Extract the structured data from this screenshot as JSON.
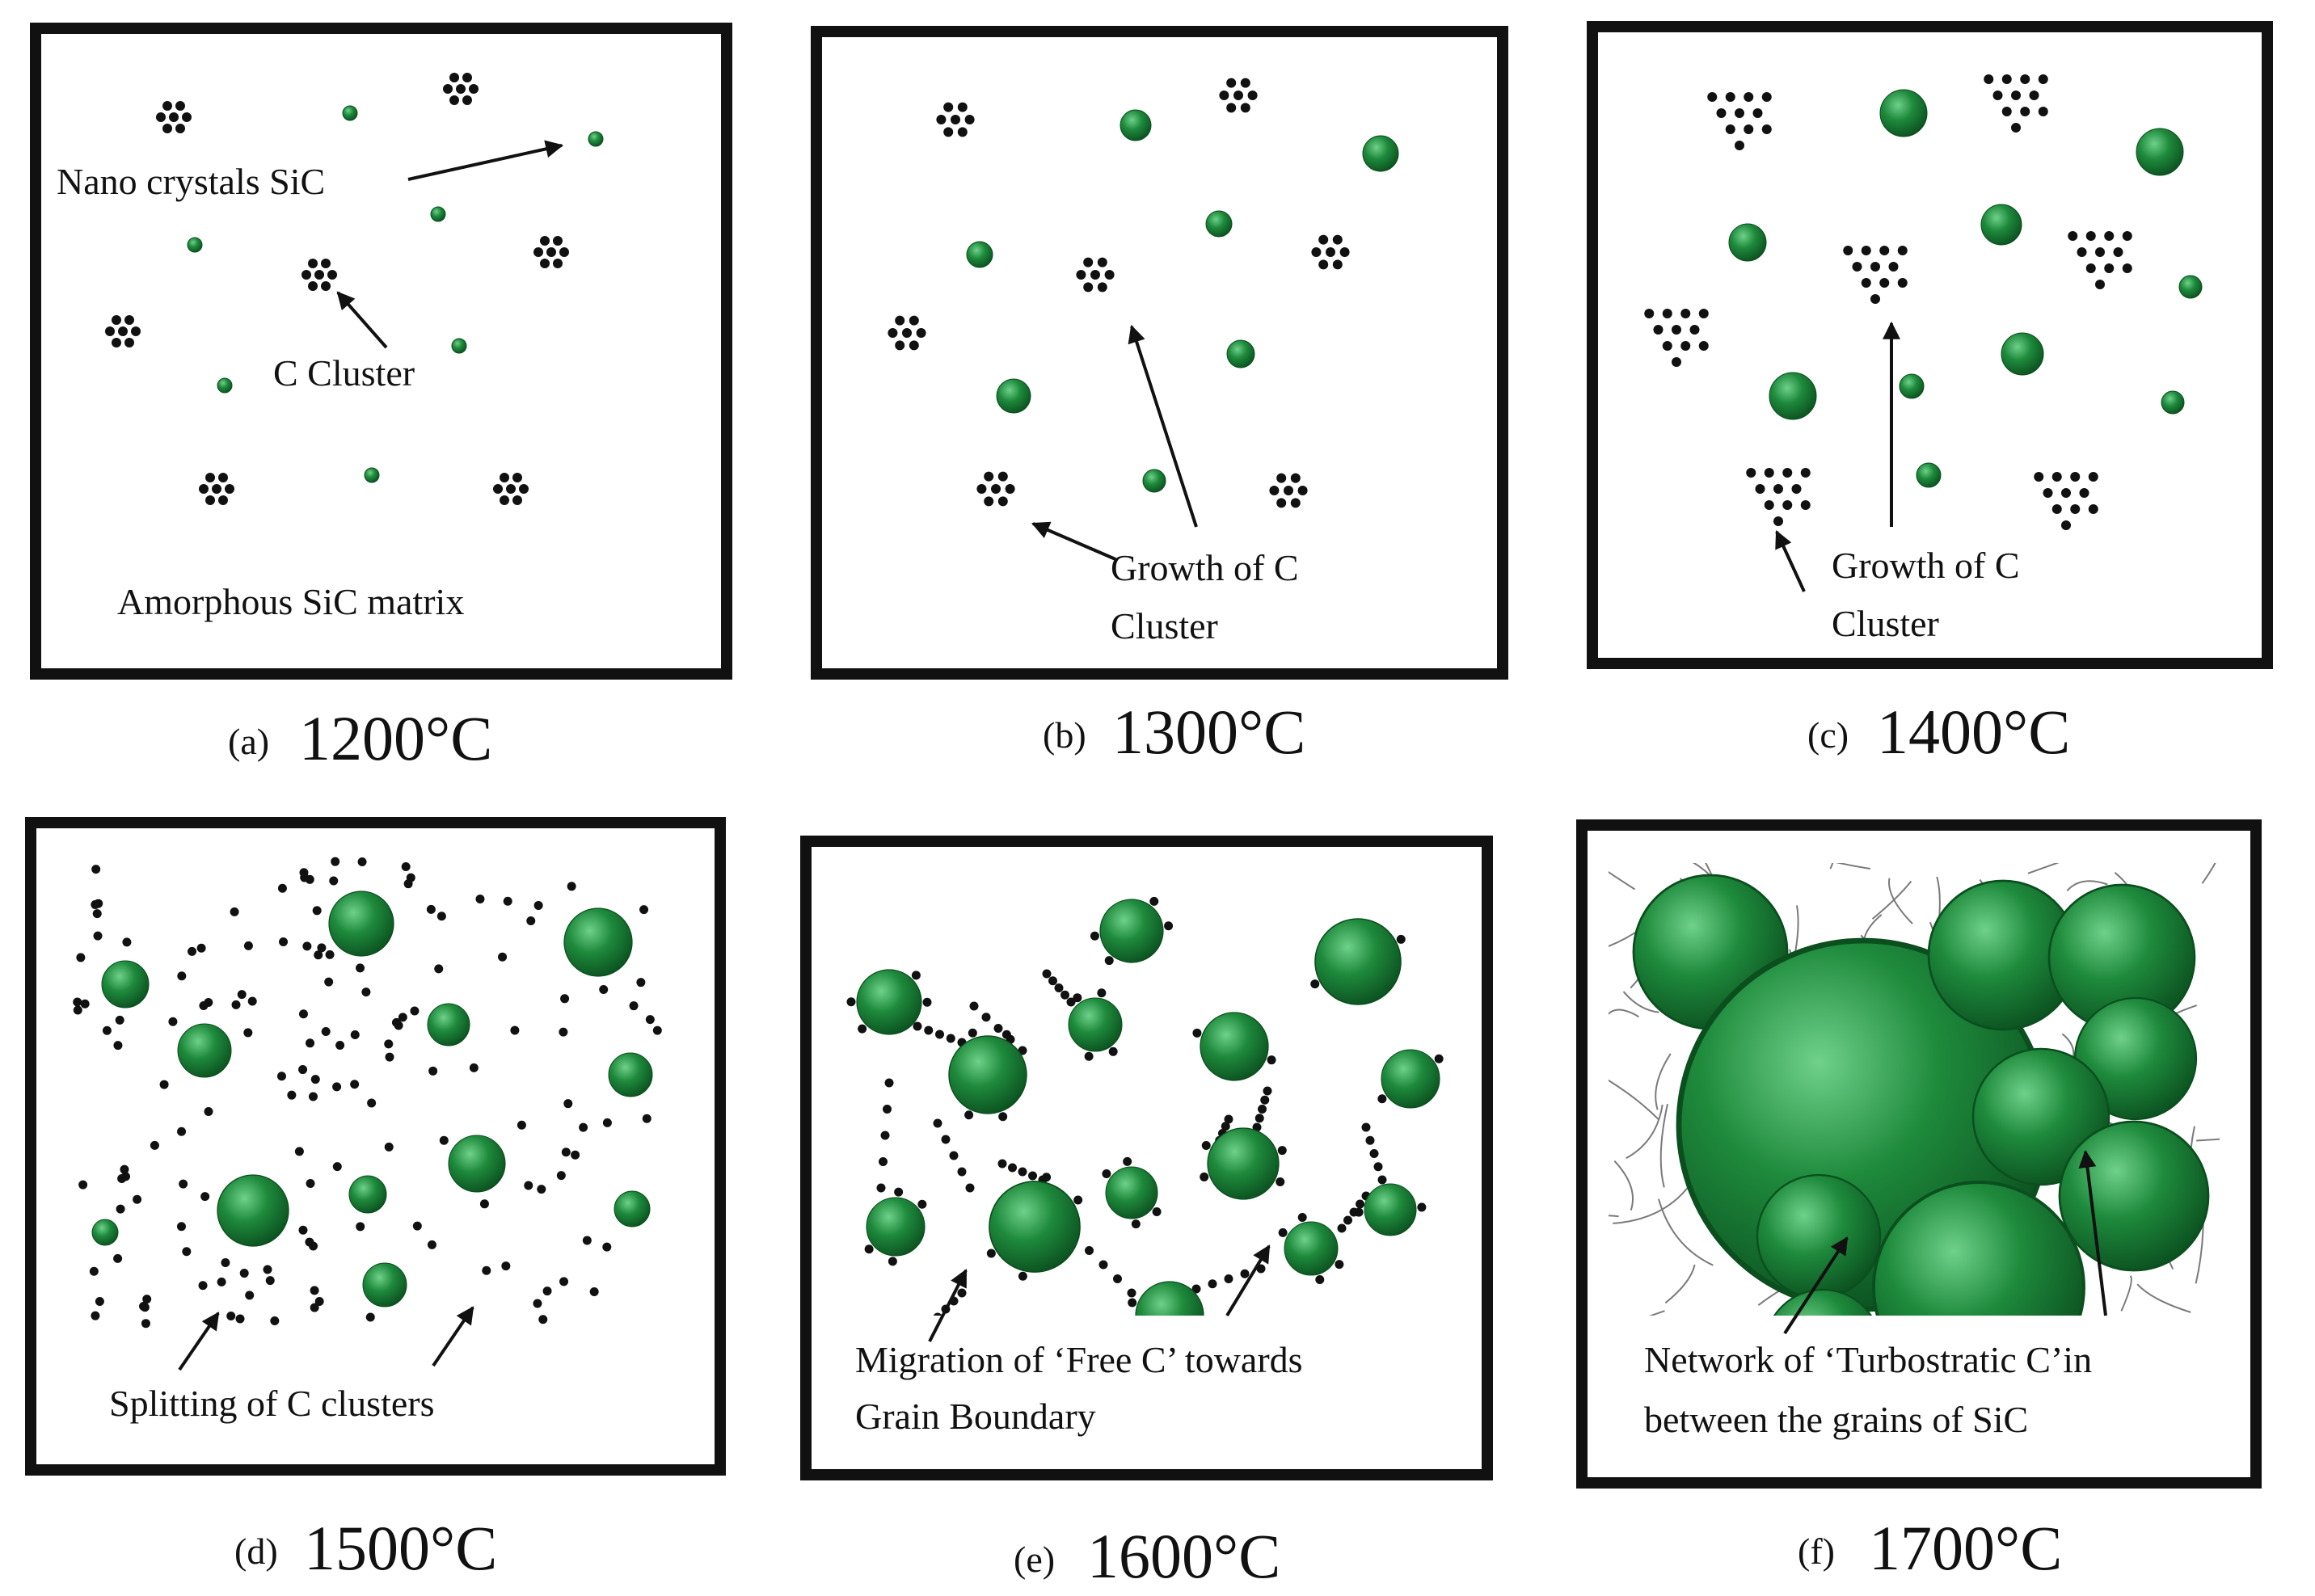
{
  "colors": {
    "grain": "#1e8a3c",
    "grain_dark": "#0b4f1f",
    "grain_light": "#6fd18a",
    "dot": "#111111",
    "frame": "#111111",
    "network": "#7a7a7a"
  },
  "panels": [
    {
      "id": "a",
      "letter": "(a)",
      "temperature": "1200°C",
      "labels": [
        {
          "id": "nano",
          "text": "Nano crystals  SiC"
        },
        {
          "id": "cc",
          "text": "C Cluster"
        },
        {
          "id": "matrix",
          "text": "Amorphous  SiC matrix"
        }
      ]
    },
    {
      "id": "b",
      "letter": "(b)",
      "temperature": "1300°C",
      "labels": [
        {
          "id": "g1",
          "text": "Growth  of C"
        },
        {
          "id": "g2",
          "text": "Cluster"
        }
      ]
    },
    {
      "id": "c",
      "letter": "(c)",
      "temperature": "1400°C",
      "labels": [
        {
          "id": "g1",
          "text": "Growth  of C"
        },
        {
          "id": "g2",
          "text": "Cluster"
        }
      ]
    },
    {
      "id": "d",
      "letter": "(d)",
      "temperature": "1500°C",
      "labels": [
        {
          "id": "split",
          "text": "Splitting  of C clusters"
        }
      ]
    },
    {
      "id": "e",
      "letter": "(e)",
      "temperature": "1600°C",
      "labels": [
        {
          "id": "m1",
          "text": "Migration  of  ‘Free C’ towards"
        },
        {
          "id": "m2",
          "text": "Grain  Boundary"
        }
      ]
    },
    {
      "id": "f",
      "letter": "(f)",
      "temperature": "1700°C",
      "labels": [
        {
          "id": "n1",
          "text": "Network of  ‘Turbostratic C’in"
        },
        {
          "id": "n2",
          "text": "between the grains  of SiC"
        }
      ]
    }
  ]
}
